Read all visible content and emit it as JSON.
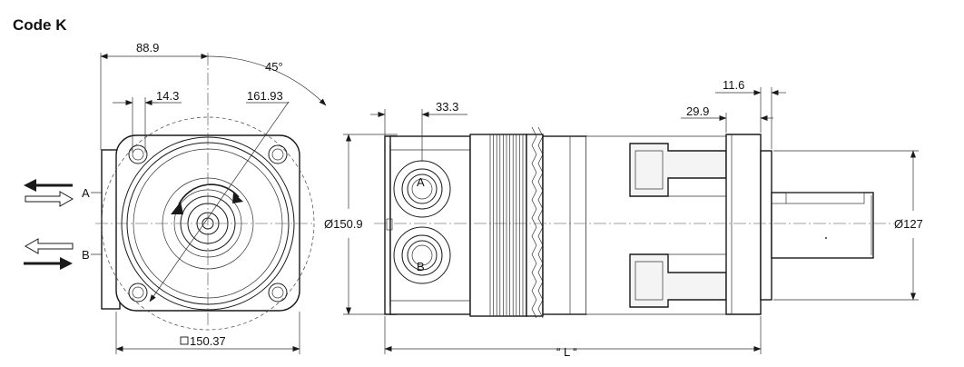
{
  "title": "Code K",
  "front_view": {
    "dim_width": "88.9",
    "dim_angle": "45°",
    "dim_bolt_offset": "14.3",
    "dim_bolt_circle": "161.93",
    "dim_flange_square": "150.37",
    "square_symbol": "□",
    "port_a": "A",
    "port_b": "B"
  },
  "side_view": {
    "dim_port_offset": "33.3",
    "dim_pilot_length": "11.6",
    "dim_flange_to_face": "29.9",
    "dim_body_diameter": "Ø150.9",
    "dim_pilot_diameter": "Ø127",
    "dim_length": "“ L “",
    "port_a": "A",
    "port_b": "B"
  },
  "colors": {
    "line": "#1a1a1a",
    "arrow_fill": "#1a1a1a",
    "arrow_hollow": "#ffffff"
  },
  "icons": [
    "flow-arrow-left-solid",
    "flow-arrow-right-hollow",
    "flow-arrow-left-hollow",
    "flow-arrow-right-solid"
  ]
}
